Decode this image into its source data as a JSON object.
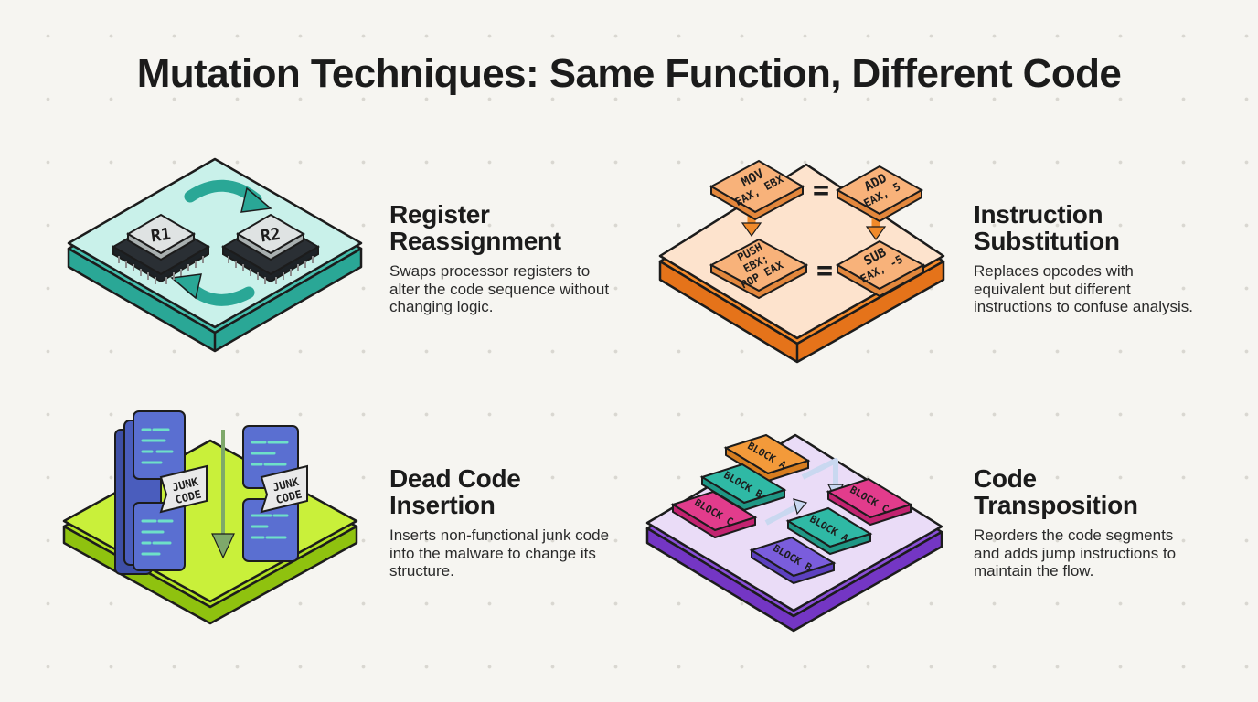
{
  "title": "Mutation Techniques: Same Function, Different Code",
  "techniques": [
    {
      "heading_line1": "Register",
      "heading_line2": "Reassignment",
      "description": "Swaps processor registers to alter the code sequence without changing logic.",
      "chip1": "R1",
      "chip2": "R2",
      "color": "#3cc6b4"
    },
    {
      "heading_line1": "Instruction",
      "heading_line2": "Substitution",
      "description": "Replaces opcodes with equivalent but different instructions to confuse analysis.",
      "box1_line1": "MOV",
      "box1_line2": "EAX, EBX",
      "box2_line1": "ADD",
      "box2_line2": "EAX, 5",
      "box3_line1": "PUSH",
      "box3_line2": "EBX;",
      "box3_line3": "POP EAX",
      "box4_line1": "SUB",
      "box4_line2": "EAX, -5",
      "equals": "=",
      "color": "#f68a2b"
    },
    {
      "heading_line1": "Dead Code",
      "heading_line2": "Insertion",
      "description": "Inserts non-functional junk code into the malware to change its structure.",
      "junk_line1": "JUNK",
      "junk_line2": "CODE",
      "color": "#a6e01c"
    },
    {
      "heading_line1": "Code",
      "heading_line2": "Transposition",
      "description": "Reorders the code segments and adds jump instructions to maintain the flow.",
      "block_a": "BLOCK A",
      "block_b": "BLOCK B",
      "block_c": "BLOCK C",
      "color": "#8a4fd8"
    }
  ]
}
